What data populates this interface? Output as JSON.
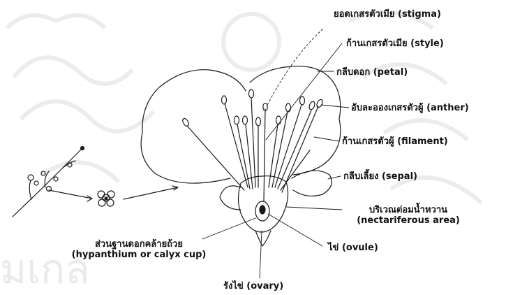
{
  "diagram": {
    "labels": {
      "stigma": "ยอดเกสรตัวเมีย (stigma)",
      "style": "ก้านเกสรตัวเมีย (style)",
      "petal": "กลีบดอก (petal)",
      "anther": "อับละอองเกสรตัวผู้ (anther)",
      "filament": "ก้านเกสรตัวผู้ (filament)",
      "sepal": "กลีบเลี้ยง (sepal)",
      "nectary_line1": "บริเวณต่อมน้ำหวาน",
      "nectary_line2": "(nectariferous area)",
      "hypanthium_line1": "ส่วนฐานดอกคล้ายถ้วย",
      "hypanthium_line2": "(hypanthium or calyx cup)",
      "ovule": "ไข่ (ovule)",
      "ovary": "รังไข่ (ovary)"
    },
    "watermark": "มเกล"
  },
  "colors": {
    "line": "#1a1a1a",
    "watermark": "#e6e6e6"
  }
}
